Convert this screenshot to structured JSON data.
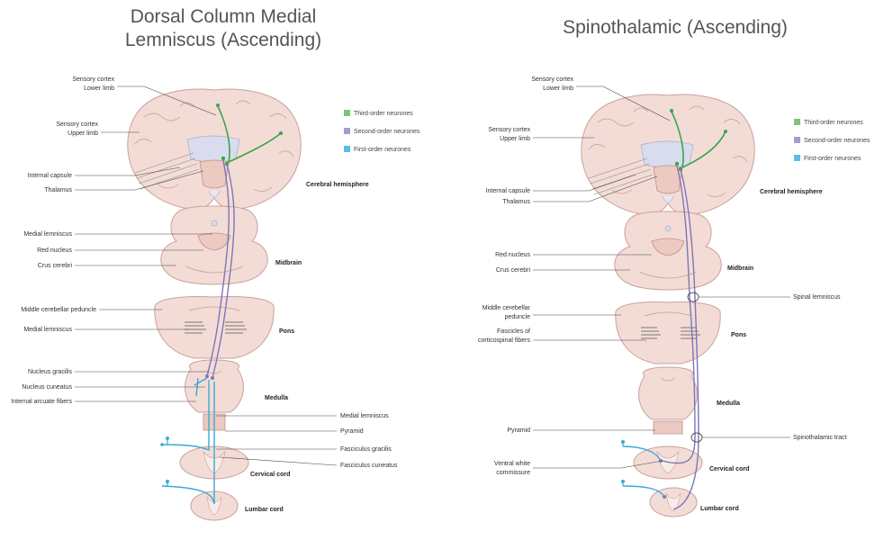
{
  "left_panel": {
    "title": "Dorsal Column Medial\nLemniscus (Ascending)",
    "labels": {
      "sensory_lower": "Sensory cortex\nLower limb",
      "sensory_upper": "Sensory cortex\nUpper limb",
      "internal_capsule": "Internal capsule",
      "thalamus": "Thalamus",
      "medial_lemniscus_mid": "Medial lemniscus",
      "red_nucleus": "Red nucleus",
      "crus_cerebri": "Crus cerebri",
      "mcp": "Middle cerebellar peduncle",
      "medial_lemniscus_pons": "Medial lemniscus",
      "nucleus_gracilis": "Nucleus gracilis",
      "nucleus_cuneatus": "Nucleus cuneatus",
      "internal_arcuate": "Internal arcuate fibers",
      "medial_lemniscus_r": "Medial lemniscus",
      "pyramid": "Pyramid",
      "fasciculus_gracilis": "Fasciculus gracilis",
      "fasciculus_cuneatus": "Fasciculus cuneatus"
    },
    "regions": {
      "cerebral": "Cerebral hemisphere",
      "midbrain": "Midbrain",
      "pons": "Pons",
      "medulla": "Medulla",
      "cervical": "Cervical cord",
      "lumbar": "Lumbar cord"
    },
    "legend": [
      "Third-order neurones",
      "Second-order neurones",
      "First-order neurones"
    ]
  },
  "right_panel": {
    "title": "Spinothalamic (Ascending)",
    "labels": {
      "sensory_lower": "Sensory cortex\nLower limb",
      "sensory_upper": "Sensory cortex\nUpper limb",
      "internal_capsule": "Internal capsule",
      "thalamus": "Thalamus",
      "red_nucleus": "Red nucleus",
      "crus_cerebri": "Crus cerebri",
      "mcp": "Middle cerebellar\npeduncle",
      "fascicles": "Fascicles of\ncorticospinal fibers",
      "pyramid": "Pyramid",
      "ventral_white": "Ventral white\ncommissure",
      "spinal_lemniscus": "Spinal lemniscus",
      "spinothalamic_tract": "Spinothalamic tract"
    },
    "regions": {
      "cerebral": "Cerebral hemisphere",
      "midbrain": "Midbrain",
      "pons": "Pons",
      "medulla": "Medulla",
      "cervical": "Cervical cord",
      "lumbar": "Lumbar cord"
    },
    "legend": [
      "Third-order neurones",
      "Second-order neurones",
      "First-order neurones"
    ]
  },
  "colors": {
    "third_order": "#7cc47a",
    "second_order": "#a49ccf",
    "first_order": "#5bbde6"
  }
}
